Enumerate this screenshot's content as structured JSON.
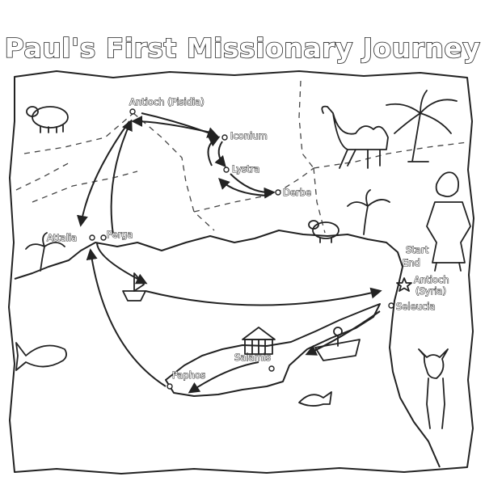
{
  "title": "Paul's First Missionary Journey",
  "start_label": "Start",
  "end_label": "End",
  "places": [
    {
      "name": "Antioch (Pisidia)"
    },
    {
      "name": "Iconium"
    },
    {
      "name": "Lystra"
    },
    {
      "name": "Derbe"
    },
    {
      "name": "Attalia"
    },
    {
      "name": "Perga"
    },
    {
      "name": "Antioch"
    },
    {
      "name": "(Syria)"
    },
    {
      "name": "Seleucia"
    },
    {
      "name": "Salamis"
    },
    {
      "name": "Paphos"
    }
  ],
  "illustrations": [
    "sheep-icon",
    "camel-icon",
    "palm-tree-icon",
    "paul-figure-icon",
    "ship-icon",
    "fish-icon",
    "boat-icon",
    "synagogue-icon",
    "donkey-icon",
    "star-icon"
  ]
}
